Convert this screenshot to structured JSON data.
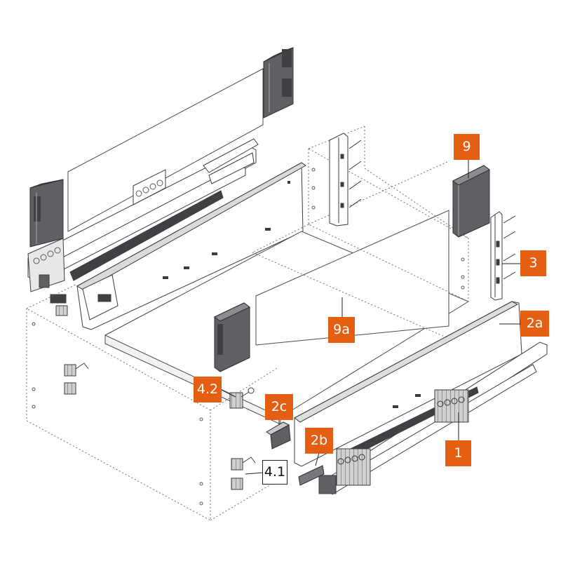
{
  "colors": {
    "accent": "#e55f13",
    "part_fill": "#5e6064",
    "part_dark": "#3f4144",
    "line": "#4a4a4a",
    "dotted": "#6d6d6d"
  },
  "callouts": [
    {
      "id": "c9",
      "label": "9",
      "style": "filled"
    },
    {
      "id": "c3",
      "label": "3",
      "style": "filled"
    },
    {
      "id": "c2a",
      "label": "2a",
      "style": "filled"
    },
    {
      "id": "c9a",
      "label": "9a",
      "style": "filled"
    },
    {
      "id": "c42",
      "label": "4.2",
      "style": "filled"
    },
    {
      "id": "c2c",
      "label": "2c",
      "style": "filled"
    },
    {
      "id": "c2b",
      "label": "2b",
      "style": "filled"
    },
    {
      "id": "c1",
      "label": "1",
      "style": "filled"
    },
    {
      "id": "c41",
      "label": "4.1",
      "style": "outline"
    }
  ]
}
